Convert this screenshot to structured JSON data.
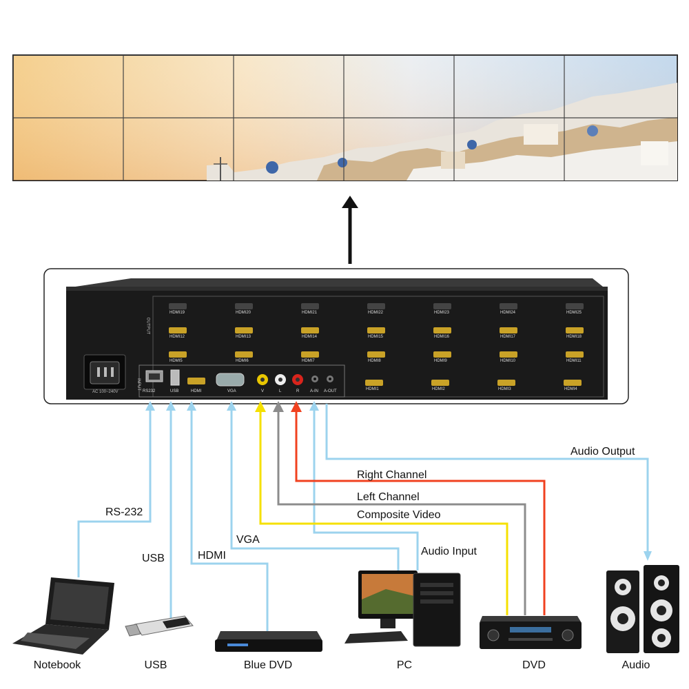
{
  "device": {
    "panel_labels": {
      "rs232": "RS232",
      "usb": "USB",
      "hdmi": "HDMI",
      "vga": "VGA",
      "v": "V",
      "l": "L",
      "r": "R",
      "ain": "A-IN",
      "aout": "A-OUT",
      "input": "INPUT",
      "output": "OUTPUT",
      "power": "AC 100~240V"
    },
    "hdmi_rows": [
      [
        "HDMI19",
        "HDMI20",
        "HDMI21",
        "HDMI22",
        "HDMI23",
        "HDMI24",
        "HDMI25"
      ],
      [
        "HDMI12",
        "HDMI13",
        "HDMI14",
        "HDMI15",
        "HDMI16",
        "HDMI17",
        "HDMI18"
      ],
      [
        "HDMI5",
        "HDMI6",
        "HDMI7",
        "HDMI8",
        "HDMI9",
        "HDMI10",
        "HDMI11"
      ],
      [
        "HDMI1",
        "HDMI2",
        "HDMI3",
        "HDMI4"
      ]
    ]
  },
  "connections": {
    "rs232": "RS-232",
    "usb": "USB",
    "hdmi": "HDMI",
    "vga": "VGA",
    "audio_input": "Audio Input",
    "composite_video": "Composite Video",
    "left_channel": "Left Channel",
    "right_channel": "Right Channel",
    "audio_output": "Audio Output"
  },
  "devices": {
    "notebook": "Notebook",
    "usb": "USB",
    "blue_dvd": "Blue DVD",
    "pc": "PC",
    "dvd": "DVD",
    "audio": "Audio"
  },
  "colors": {
    "cable_blue": "#9cd3ee",
    "cable_yellow": "#f5e000",
    "cable_gray": "#8c8c8c",
    "cable_red": "#f0411f",
    "device_black": "#151515"
  }
}
